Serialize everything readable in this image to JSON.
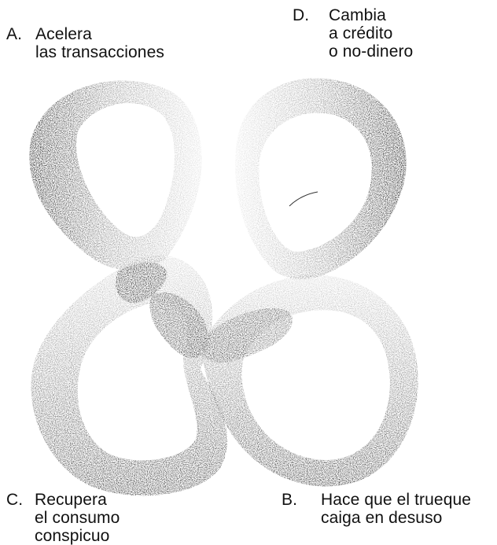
{
  "labels": {
    "a": {
      "letter": "A.",
      "lines": [
        "Acelera",
        "las transacciones"
      ]
    },
    "d": {
      "letter": "D.",
      "lines": [
        "Cambia",
        "a crédito",
        "o no-dinero"
      ]
    },
    "c": {
      "letter": "C.",
      "lines": [
        "Recupera",
        "el consumo",
        "conspicuo"
      ]
    },
    "b": {
      "letter": "B.",
      "lines": [
        "Hace que el trueque",
        "caiga en desuso"
      ]
    }
  },
  "figure": {
    "icon": "figure-eight-ribbon-icon",
    "colors": {
      "ink": "#1a1a1a",
      "paper": "#ffffff"
    }
  }
}
